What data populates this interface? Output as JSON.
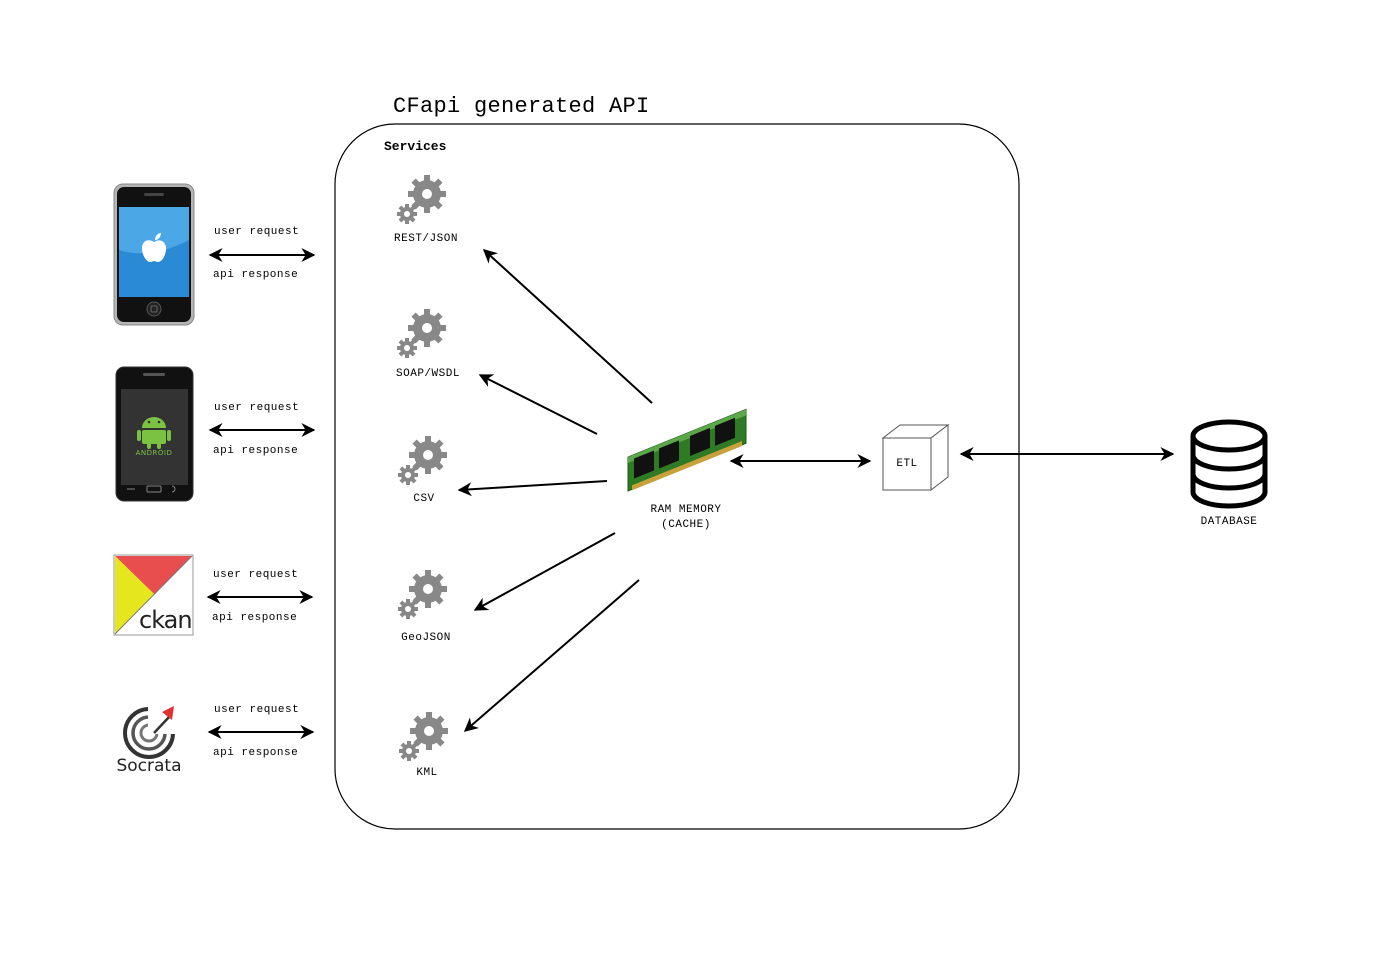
{
  "title": "CFapi generated API",
  "services_heading": "Services",
  "clients": [
    {
      "name": "iphone",
      "icon": "apple-phone-icon",
      "request_label": "user request",
      "response_label": "api response"
    },
    {
      "name": "android",
      "icon": "android-phone-icon",
      "logo_text": "ANDROID",
      "request_label": "user request",
      "response_label": "api response"
    },
    {
      "name": "ckan",
      "icon": "ckan-logo-icon",
      "logo_text": "ckan",
      "request_label": "user request",
      "response_label": "api response"
    },
    {
      "name": "socrata",
      "icon": "socrata-logo-icon",
      "logo_text": "Socrata",
      "request_label": "user request",
      "response_label": "api response"
    }
  ],
  "services": [
    {
      "label": "REST/JSON",
      "icon": "gears-icon"
    },
    {
      "label": "SOAP/WSDL",
      "icon": "gears-icon"
    },
    {
      "label": "CSV",
      "icon": "gears-icon"
    },
    {
      "label": "GeoJSON",
      "icon": "gears-icon"
    },
    {
      "label": "KML",
      "icon": "gears-icon"
    }
  ],
  "cache": {
    "line1": "RAM MEMORY",
    "line2": "(CACHE)",
    "icon": "ram-module-icon"
  },
  "etl": {
    "label": "ETL",
    "icon": "cube-icon"
  },
  "database": {
    "label": "DATABASE",
    "icon": "database-icon"
  },
  "colors": {
    "gear": "#888888",
    "ram_green": "#3a8a2a",
    "apple_blue": "#2a8ad6",
    "android_green": "#7cc242",
    "ckan_red": "#e84e4e",
    "ckan_yellow": "#e6e61e",
    "socrata_red": "#e03030"
  }
}
